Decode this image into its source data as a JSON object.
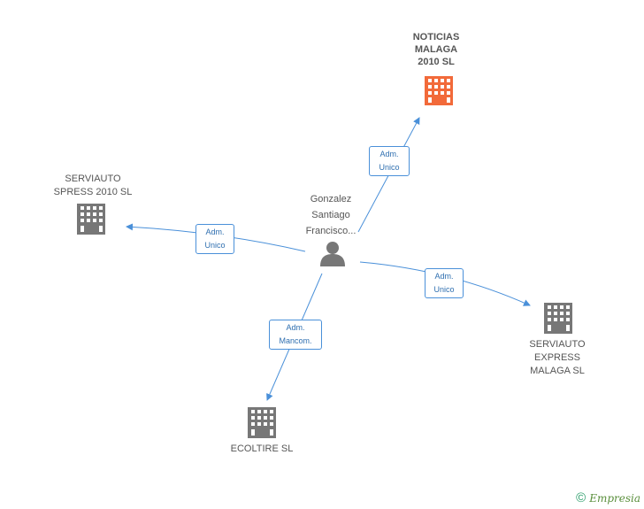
{
  "nodes": {
    "noticias": {
      "label_lines": [
        "NOTICIAS",
        "MALAGA",
        "2010 SL"
      ],
      "icon": "building-icon",
      "color": "#f26a3a"
    },
    "serviauto_spress": {
      "label_lines": [
        "SERVIAUTO",
        "SPRESS 2010 SL"
      ],
      "icon": "building-icon",
      "color": "#777777"
    },
    "person": {
      "label_lines": [
        "Gonzalez",
        "Santiago",
        "Francisco..."
      ],
      "icon": "person-icon",
      "color": "#777777"
    },
    "serviauto_express": {
      "label_lines": [
        "SERVIAUTO",
        "EXPRESS",
        "MALAGA SL"
      ],
      "icon": "building-icon",
      "color": "#777777"
    },
    "ecoltire": {
      "label_lines": [
        "ECOLTIRE SL"
      ],
      "icon": "building-icon",
      "color": "#777777"
    }
  },
  "edges": [
    {
      "id": "to-noticias",
      "label_lines": [
        "Adm.",
        "Unico"
      ]
    },
    {
      "id": "to-serviauto-spress",
      "label_lines": [
        "Adm.",
        "Unico"
      ]
    },
    {
      "id": "to-serviauto-express",
      "label_lines": [
        "Adm.",
        "Unico"
      ]
    },
    {
      "id": "to-ecoltire",
      "label_lines": [
        "Adm.",
        "Mancom."
      ]
    }
  ],
  "edge_color": "#4a90d9",
  "footer": {
    "copyright_symbol": "©",
    "brand": "Empresia"
  }
}
